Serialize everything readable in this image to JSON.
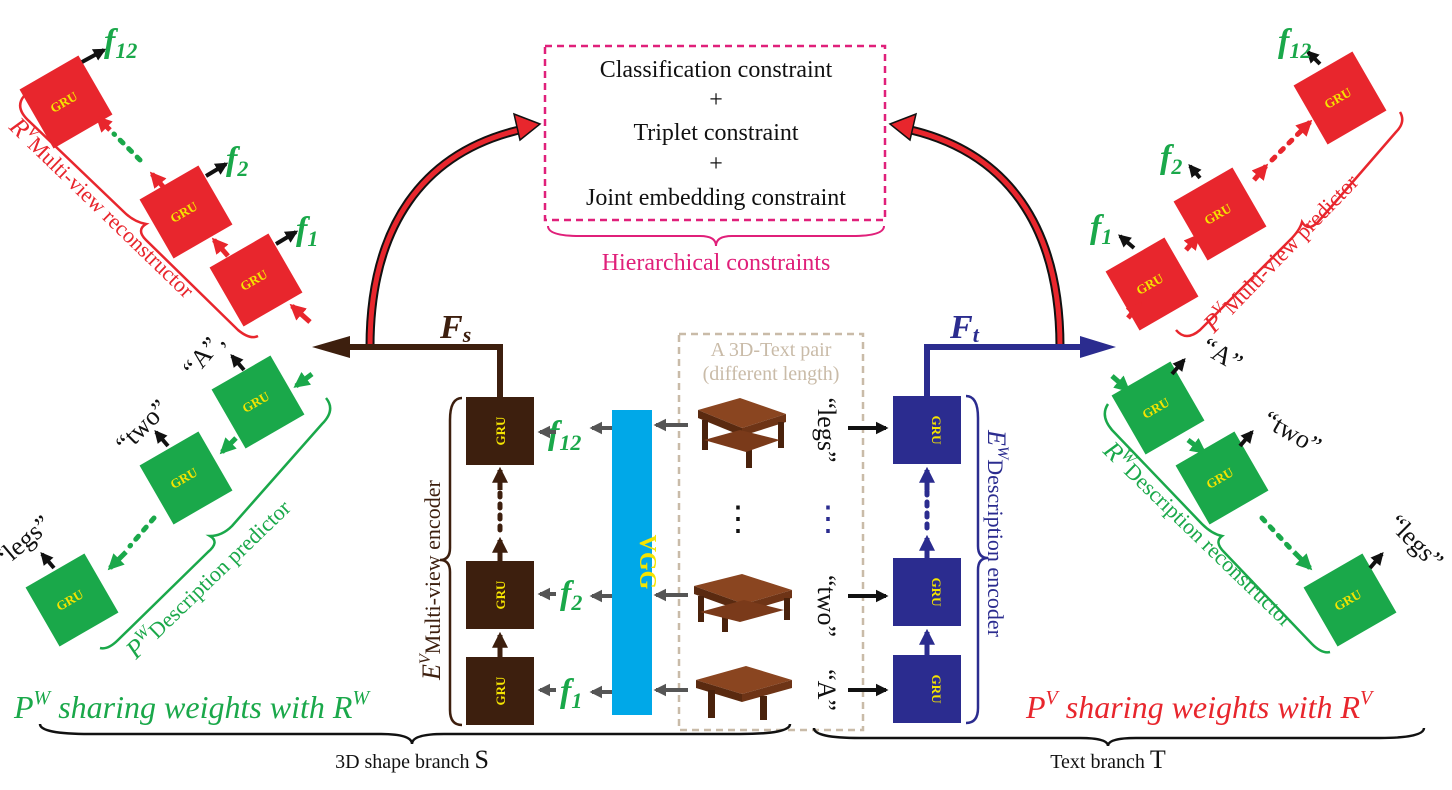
{
  "gru_label": "GRU",
  "constraints": {
    "line1": "Classification constraint",
    "plus1": "+",
    "line2": "Triplet constraint",
    "plus2": "+",
    "line3": "Joint embedding constraint",
    "group_label": "Hierarchical constraints"
  },
  "pair": {
    "line1": "A 3D-Text pair",
    "line2": "(different length)"
  },
  "vgg_label": "VGG",
  "features": {
    "f": "f",
    "sub1": "1",
    "sub2": "2",
    "sub12": "12"
  },
  "fs": {
    "main": "F",
    "sub": "s"
  },
  "ft": {
    "main": "F",
    "sub": "t"
  },
  "words": {
    "legs": "“legs”",
    "two": "“two”",
    "a": "“A”",
    "a_left": "“A”,",
    "ellipsis": "…",
    "v_dots": "⋮"
  },
  "labels": {
    "rv_sup": "V",
    "rv_main": "R",
    "rv_text": "Multi-view reconstructor",
    "pw_sup": "W",
    "pw_main": "P",
    "pw_text": "Description predictor",
    "ev_sup": "V",
    "ev_main": "E",
    "ev_text": "Multi-view encoder",
    "ew_sup": "W",
    "ew_main": "E",
    "ew_text": "Description encoder",
    "pv_sup": "V",
    "pv_main": "P",
    "pv_text": "Multi-view predictor",
    "rw_sup": "W",
    "rw_main": "R",
    "rw_text": "Description reconstructor"
  },
  "sharing": {
    "left_p": "P",
    "left_p_sup": "W",
    "left_text": " sharing weights with ",
    "left_r": "R",
    "left_r_sup": "W",
    "right_p": "P",
    "right_p_sup": "V",
    "right_text": " sharing weights with ",
    "right_r": "R",
    "right_r_sup": "V"
  },
  "branches": {
    "shape_text": "3D shape branch ",
    "shape_letter": "S",
    "text_text": "Text branch ",
    "text_letter": "T"
  },
  "colors": {
    "red": "#e8262d",
    "green": "#1aa84a",
    "brown": "#3d1f0e",
    "navy": "#2b2c8f",
    "vgg": "#00a8e8",
    "pink": "#e0207a",
    "tan": "#c9bba8",
    "gru_text": "#f5e400",
    "table": "#7a3a1a"
  }
}
